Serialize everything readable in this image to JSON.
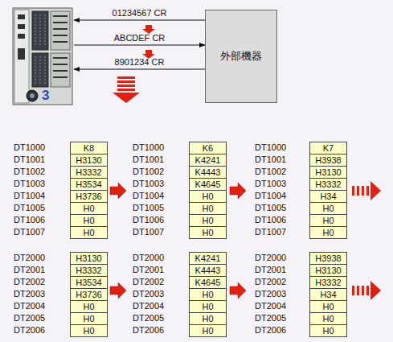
{
  "diagram": {
    "nodes": [
      {
        "text": [
          "3"
        ]
      },
      {
        "text": [
          "外部機器"
        ]
      }
    ],
    "edges": [
      {
        "from": 1,
        "to": 0,
        "arrow": "to",
        "label": "01234567 CR"
      },
      {
        "from": 0,
        "to": 1,
        "arrow": "to",
        "label": "ABCDEF CR"
      },
      {
        "from": 1,
        "to": 0,
        "arrow": "to",
        "label": "8901234 CR"
      }
    ],
    "labels": [
      "DT1000",
      "K8",
      "DT1001",
      "H3130",
      "DT1002",
      "H3332",
      "DT1003",
      "H3534",
      "DT1004",
      "H3736",
      "DT1005",
      "H0",
      "DT1006",
      "H0",
      "DT1007",
      "H0",
      "DT1000",
      "K6",
      "DT1001",
      "K4241",
      "DT1002",
      "K4443",
      "DT1003",
      "K4645",
      "DT1004",
      "H0",
      "DT1005",
      "H0",
      "DT1006",
      "H0",
      "DT1007",
      "H0",
      "DT1000",
      "K7",
      "DT1001",
      "H3938",
      "DT1002",
      "H3130",
      "DT1003",
      "H3332",
      "DT1004",
      "H34",
      "DT1005",
      "H0",
      "DT1006",
      "H0",
      "DT1007",
      "H0",
      "DT2000",
      "H3130",
      "DT2001",
      "H3332",
      "DT2002",
      "H3534",
      "DT2003",
      "H3736",
      "DT2004",
      "H0",
      "DT2005",
      "H0",
      "DT2006",
      "H0",
      "DT2000",
      "K4241",
      "DT2001",
      "K4443",
      "DT2002",
      "K4645",
      "DT2003",
      "H0",
      "DT2004",
      "H0",
      "DT2005",
      "H0",
      "DT2006",
      "H0",
      "DT2000",
      "H3938",
      "DT2001",
      "H3130",
      "DT2002",
      "H3332",
      "DT2003",
      "H34",
      "DT2004",
      "H0",
      "DT2005",
      "H0",
      "DT2006",
      "H0"
    ]
  }
}
